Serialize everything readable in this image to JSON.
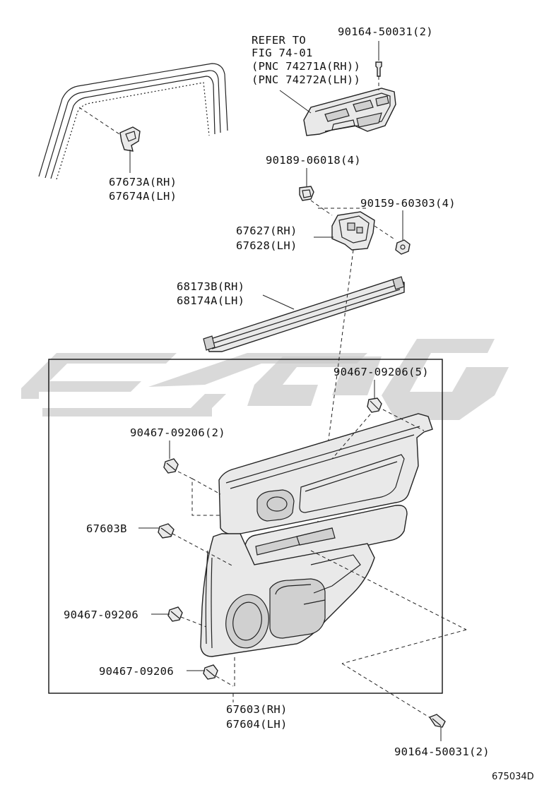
{
  "labels": {
    "refer_line1": "REFER TO",
    "refer_line2": "FIG 74-01",
    "refer_line3": "(PNC 74271A(RH))",
    "refer_line4": "(PNC 74272A(LH))",
    "screw_top": "90164-50031(2)",
    "weather_rh": "67673A(RH)",
    "weather_lh": "67674A(LH)",
    "clip_90189": "90189-06018(4)",
    "nut_90159": "90159-60303(4)",
    "bracket_rh": "67627(RH)",
    "bracket_lh": "67628(LH)",
    "strip_rh": "68173B(RH)",
    "strip_lh": "68174A(LH)",
    "clip_5": "90467-09206(5)",
    "clip_2": "90467-09206(2)",
    "clip_67603b": "67603B",
    "clip_single_a": "90467-09206",
    "clip_single_b": "90467-09206",
    "panel_rh": "67603(RH)",
    "panel_lh": "67604(LH)",
    "screw_bottom": "90164-50031(2)",
    "figure_code": "675034D"
  }
}
